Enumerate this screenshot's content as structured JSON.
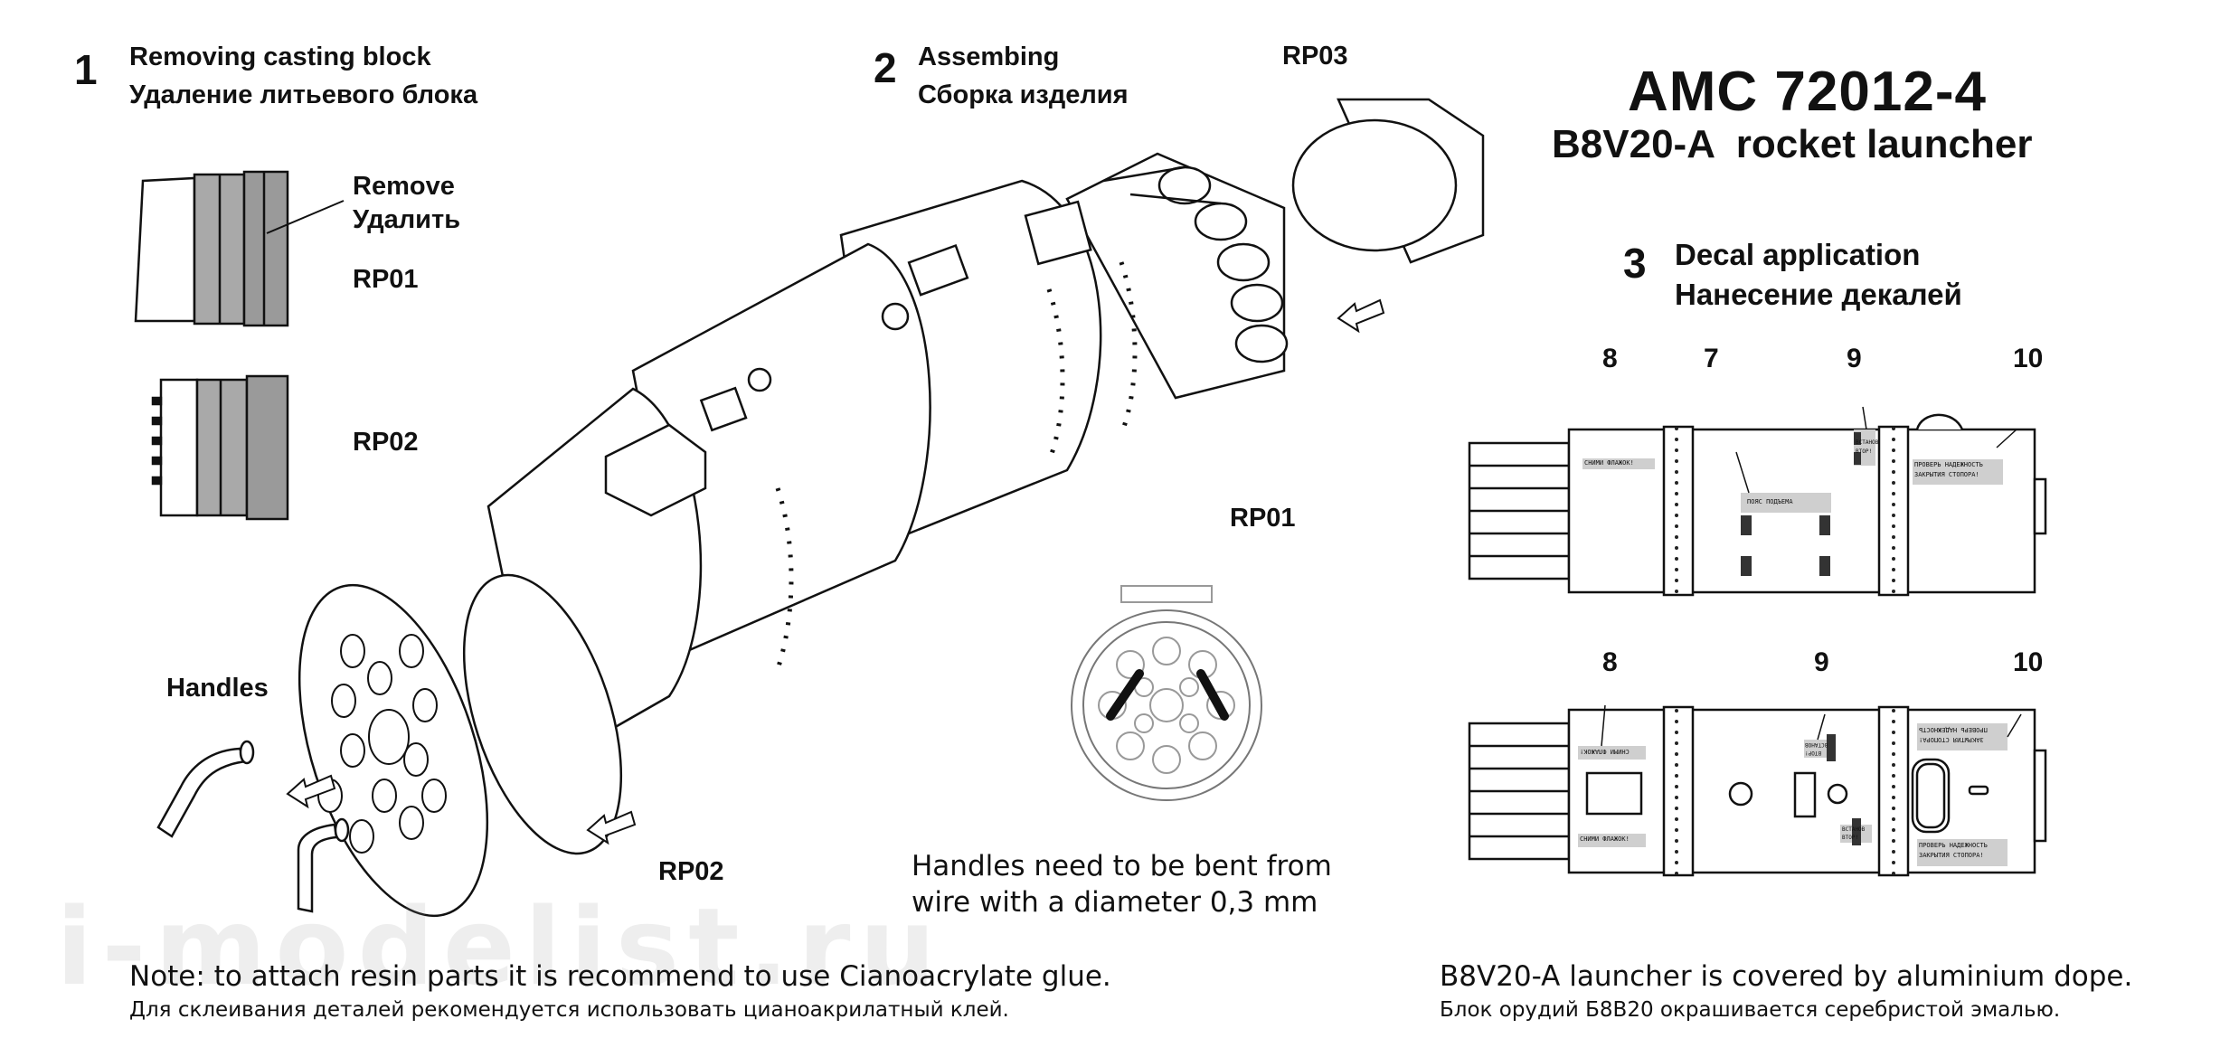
{
  "step1": {
    "number": "1",
    "title_en": "Removing casting block",
    "title_ru": "Удаление литьевого блока"
  },
  "step2": {
    "number": "2",
    "title_en": "Assembing",
    "title_ru": "Сборка изделия"
  },
  "step3": {
    "number": "3",
    "title_en": "Decal application",
    "title_ru": "Нанесение декалей"
  },
  "product": {
    "code": "AMC 72012-4",
    "name": "B8V20-A  rocket launcher"
  },
  "labels": {
    "remove_en": "Remove",
    "remove_ru": "Удалить",
    "rp01_left": "RP01",
    "rp02_left": "RP02",
    "rp03": "RP03",
    "rp01_center": "RP01",
    "rp02_bottom": "RP02",
    "handles": "Handles"
  },
  "handles_note": {
    "line1": "Handles need to be bent from",
    "line2": "wire with a diameter 0,3 mm"
  },
  "decal_numbers": {
    "top": [
      "8",
      "7",
      "9",
      "10"
    ],
    "bottom": [
      "8",
      "9",
      "10"
    ]
  },
  "decal_texts": {
    "top": [
      "СНИМИ ФЛАЖОК!",
      "ПОЯС ПОДЪЕМА",
      "ВСТАНОВ",
      "ВТОР!",
      "ПРОВЕРЬ НАДЕЖНОСТЬ",
      "ЗАКРЫТИЯ СТОПОРА!"
    ],
    "bottom": [
      "СНИМИ ФЛАЖОК!",
      "СНИМИ ФЛАЖОК!",
      "ВСТАНОВ",
      "ВТОР!",
      "ВСТАНОВ",
      "ВТОР!",
      "ПРОВЕРЬ НАДЕЖНОСТЬ",
      "ЗАКРЫТИЯ СТОПОРА!",
      "ПРОВЕРЬ НАДЕЖНОСТЬ",
      "ЗАКРЫТИЯ СТОПОРА!"
    ]
  },
  "notes": {
    "glue_en": "Note: to attach resin parts it is recommend to use Cianoacrylate glue.",
    "glue_ru": "Для склеивания деталей рекомендуется использовать цианоакрилатный клей.",
    "paint_en": "B8V20-A launcher is covered by aluminium dope.",
    "paint_ru": "Блок орудий Б8В20 окрашивается серебристой эмалью."
  },
  "watermark": "i-modelist.ru",
  "colors": {
    "ink": "#111111",
    "resin_grey": "#a9a9a9",
    "decal_grey": "#cfcfcf",
    "watermark": "#969696"
  }
}
